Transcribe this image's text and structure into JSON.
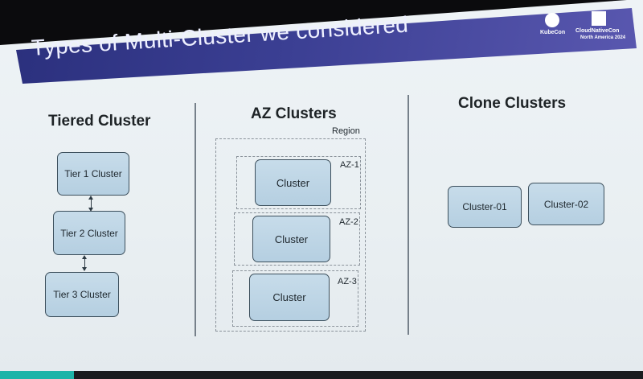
{
  "slide": {
    "title": "Types of Multi-Cluster we considered",
    "logos": {
      "kubecon": "KubeCon",
      "cloudnativecon": "CloudNativeCon",
      "event": "North America 2024"
    }
  },
  "tiered": {
    "heading": "Tiered Cluster",
    "tiers": [
      "Tier 1 Cluster",
      "Tier 2 Cluster",
      "Tier 3 Cluster"
    ]
  },
  "az": {
    "heading": "AZ Clusters",
    "region_label": "Region",
    "zones": [
      {
        "az": "AZ-1",
        "cluster": "Cluster"
      },
      {
        "az": "AZ-2",
        "cluster": "Cluster"
      },
      {
        "az": "AZ-3",
        "cluster": "Cluster"
      }
    ]
  },
  "clone": {
    "heading": "Clone Clusters",
    "clusters": [
      "Cluster-01",
      "Cluster-02"
    ]
  },
  "colors": {
    "banner": "#3b3f93",
    "box_fill": "#c1d7e7",
    "accent_bar": "#1db4a8"
  }
}
